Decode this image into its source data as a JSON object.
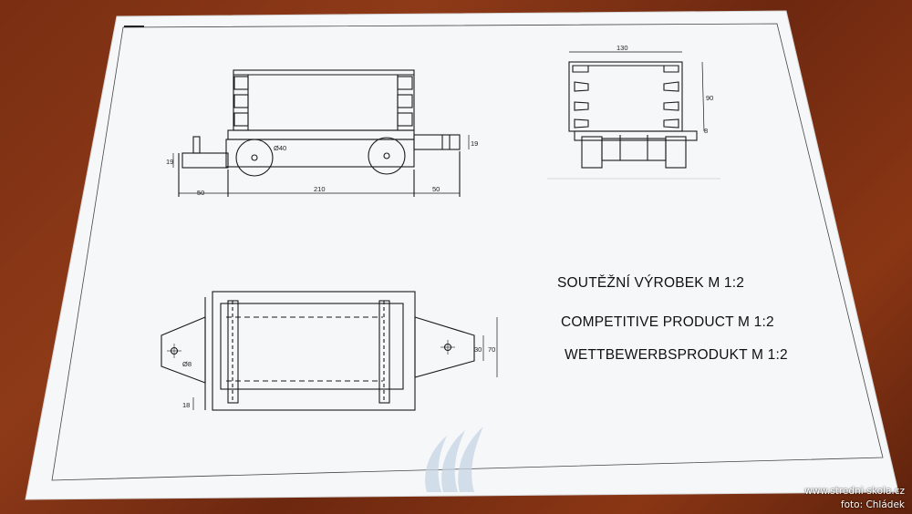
{
  "titles": {
    "czech": "SOUTĚŽNÍ VÝROBEK  M 1:2",
    "english": "COMPETITIVE PRODUCT M 1:2",
    "german": "WETTBEWERBSPRODUKT  M 1:2"
  },
  "dimensions": {
    "side_left": "50",
    "side_middle": "210",
    "side_right": "50",
    "wheel_diameter": "Ø40",
    "axle_height_left": "19",
    "axle_height_right": "19",
    "front_width": "130",
    "front_height": "90",
    "front_small": "8",
    "top_inner": "30",
    "top_outer": "70",
    "top_hole": "Ø8",
    "top_bottom": "18"
  },
  "credits": {
    "site": "www.stredni-skola.cz",
    "photo": "foto: Chládek"
  },
  "colors": {
    "wood": "#7a2e12",
    "paper": "#f7f8fa",
    "ink": "#1a1a1a"
  }
}
